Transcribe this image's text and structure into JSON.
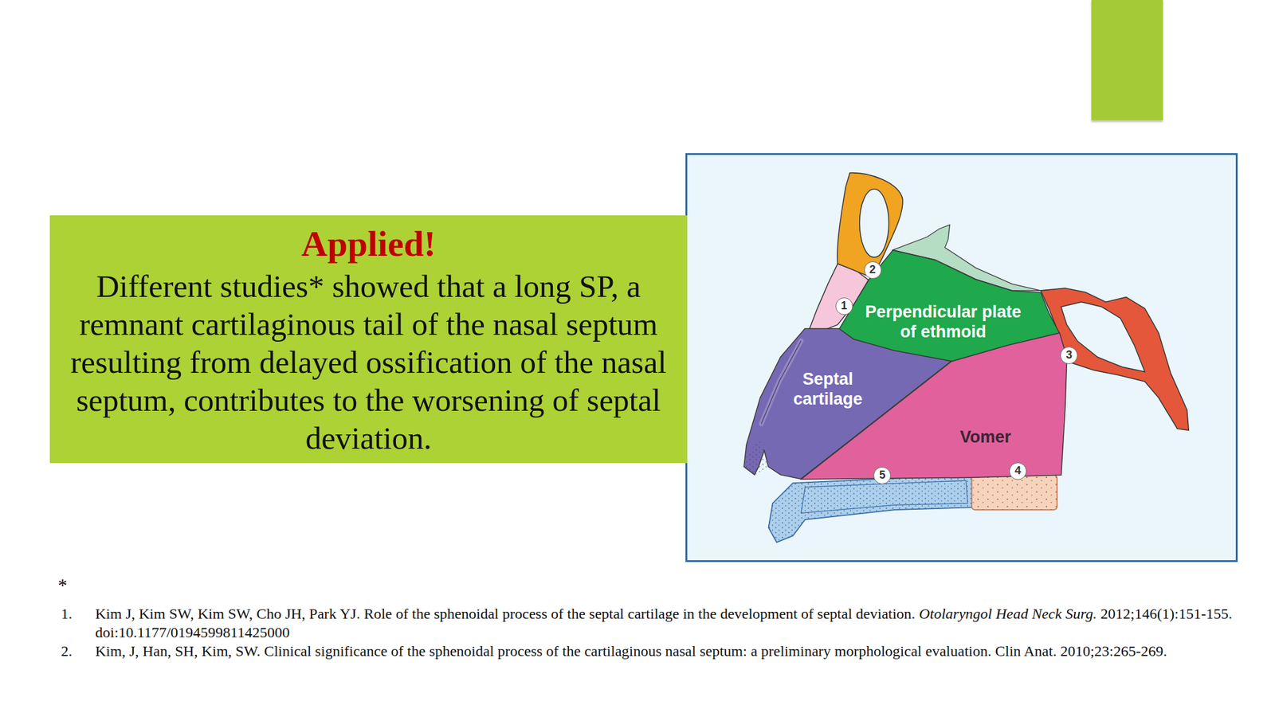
{
  "diagram": {
    "nodes": [
      {
        "text": [
          "Applied!",
          "Different studies* showed that a long SP, a remnant cartilaginous tail of the nasal septum resulting from delayed ossification of the nasal septum, contributes to the worsening of septal deviation."
        ]
      },
      {
        "text": [
          "Perpendicular plate of ethmoid"
        ]
      },
      {
        "text": [
          "Septal cartilage"
        ]
      },
      {
        "text": [
          "Vomer"
        ]
      }
    ],
    "labels": [
      "2",
      "1",
      "3",
      "5",
      "4",
      "*",
      "1.",
      "Kim J, Kim SW, Kim SW, Cho JH, Park YJ. Role of the sphenoidal process of the septal cartilage in the development of septal deviation.",
      "Otolaryngol Head Neck Surg.",
      "2012;146(1):151-155. doi:10.1177/0194599811425000",
      "2.",
      "Kim, J, Han, SH, Kim, SW. Clinical significance of the sphenoidal process of the cartilaginous nasal septum: a preliminary morphological evaluation. Clin Anat. 2010;23:265-269."
    ]
  }
}
